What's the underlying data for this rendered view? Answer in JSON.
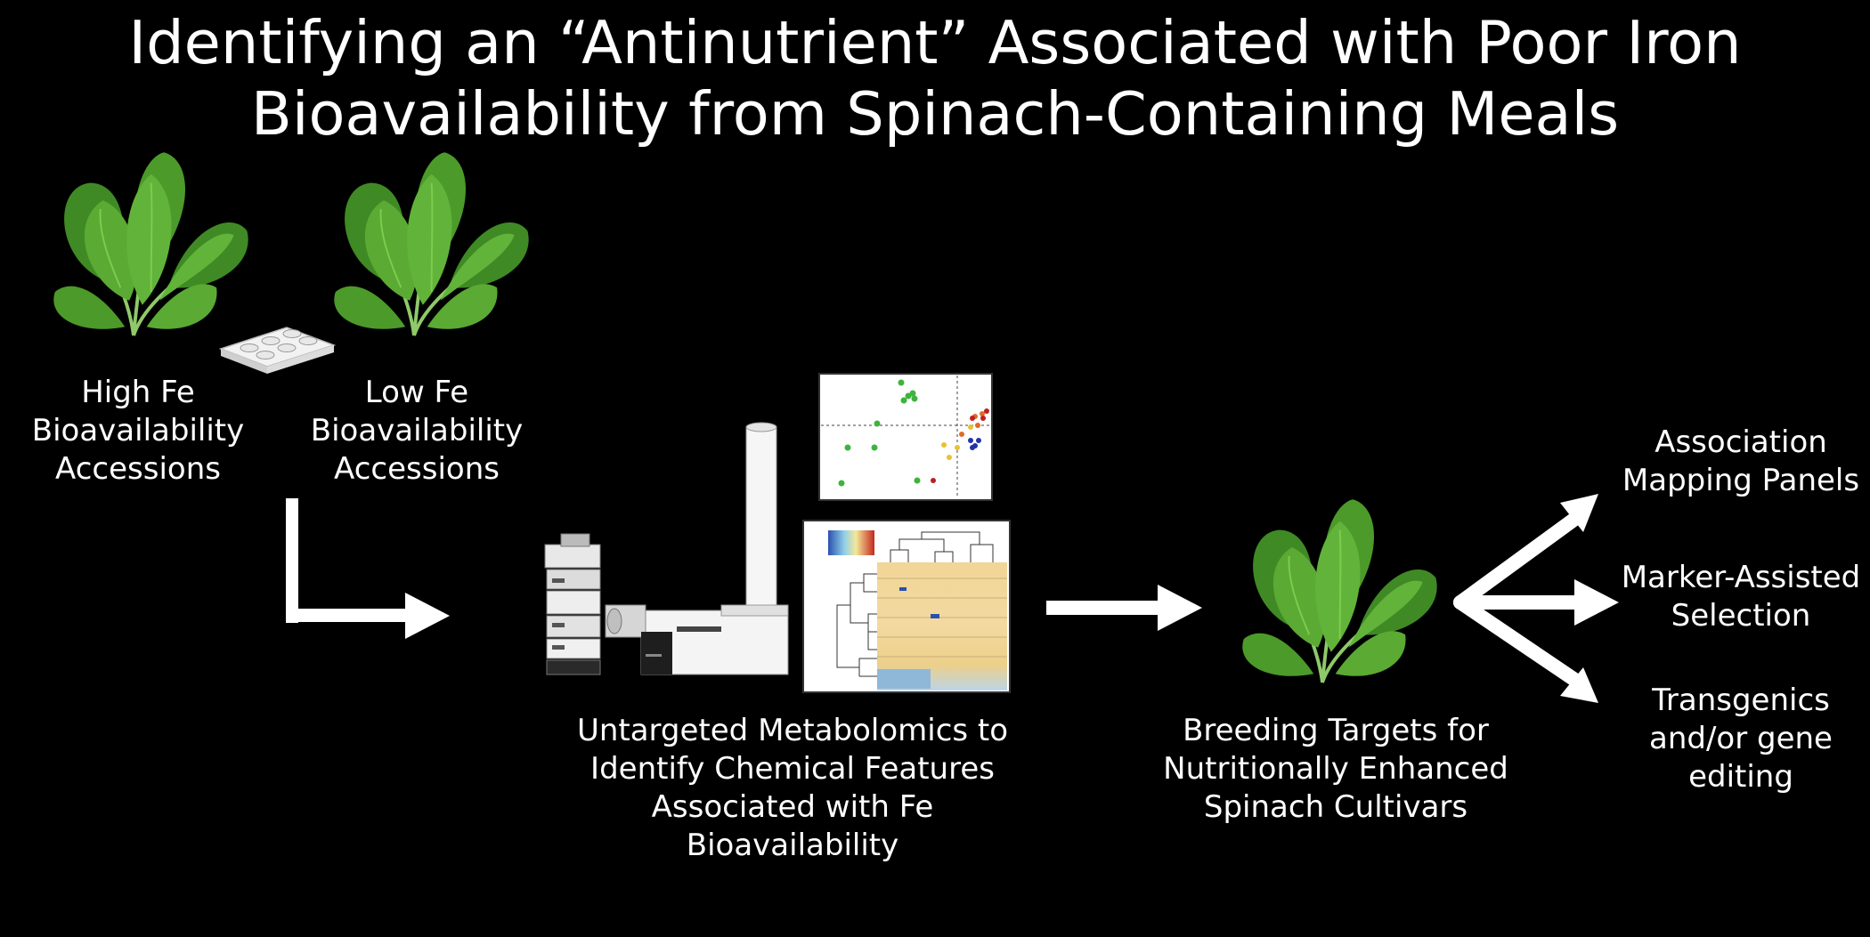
{
  "slide": {
    "title_line1": "Identifying an “Antinutrient” Associated with Poor Iron",
    "title_line2": "Bioavailability from Spinach-Containing Meals"
  },
  "accessions": {
    "high": [
      "High Fe",
      "Bioavailability",
      "Accessions"
    ],
    "low": [
      "Low Fe",
      "Bioavailability",
      "Accessions"
    ]
  },
  "metabolomics": {
    "caption": [
      "Untargeted Metabolomics to",
      "Identify Chemical Features",
      "Associated with Fe",
      "Bioavailability"
    ]
  },
  "breeding": {
    "caption": [
      "Breeding Targets for",
      "Nutritionally Enhanced",
      "Spinach Cultivars"
    ]
  },
  "outcomes": [
    [
      "Association",
      "Mapping Panels"
    ],
    [
      "Marker-Assisted",
      "Selection"
    ],
    [
      "Transgenics",
      "and/or gene",
      "editing"
    ]
  ],
  "icons": {
    "plant": "spinach-plant-icon",
    "plate": "well-plate-icon",
    "instrument": "lc-ms-instrument-icon",
    "scatter": "pca-scatter-plot-icon",
    "heatmap": "heatmap-dendrogram-icon",
    "arrow": "arrow-icon"
  },
  "colors": {
    "background": "#000000",
    "text": "#ffffff",
    "leaf": "#4c9a2a",
    "leaf_dark": "#2f6e1a",
    "leaf_light": "#6cbf3a"
  }
}
